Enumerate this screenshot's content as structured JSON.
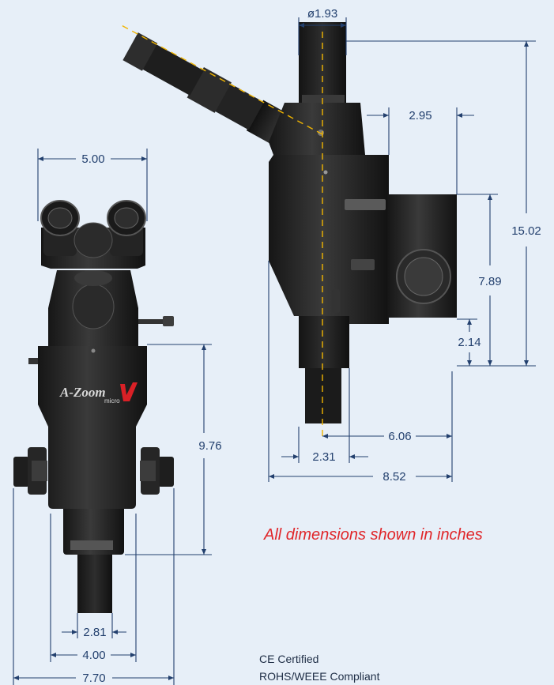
{
  "colors": {
    "background": "#e7eff8",
    "dimension_line": "#23406e",
    "optical_axis": "#f0b400",
    "note": "#e0262a"
  },
  "dimensions": {
    "front_width_top": "5.00",
    "front_height": "9.76",
    "front_lower_width": "2.81",
    "front_mid_width": "4.00",
    "front_total_width": "7.70",
    "side_eyepiece_diameter": "ø1.93",
    "side_offset_top": "2.95",
    "side_total_height": "15.02",
    "side_box_height": "7.89",
    "side_lower_height": "2.14",
    "side_depth_axis": "6.06",
    "side_tube_offset": "2.31",
    "side_total_depth": "8.52"
  },
  "brand": {
    "name": "A-Zoom",
    "suffix": "micro"
  },
  "note": "All dimensions shown in inches",
  "certifications": [
    "CE Certified",
    "ROHS/WEEE Compliant"
  ]
}
